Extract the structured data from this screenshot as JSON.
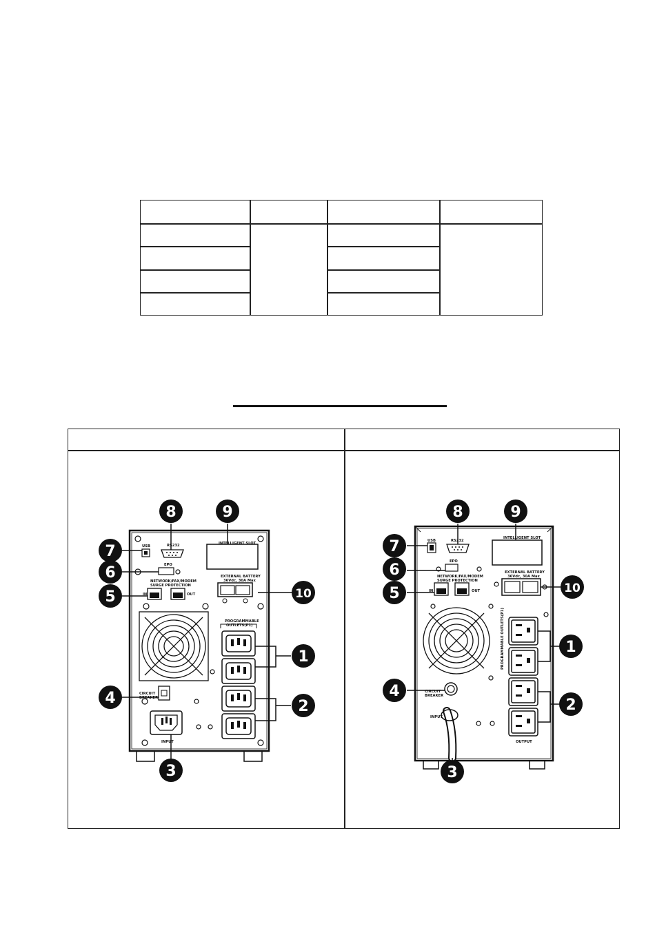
{
  "spec_table": {
    "rows": 5,
    "columns": 4
  },
  "figure": {
    "left_panel": {
      "callouts": [
        "1",
        "2",
        "3",
        "4",
        "5",
        "6",
        "7",
        "8",
        "9",
        "10"
      ],
      "labels": {
        "usb": "USB",
        "rs232": "RS232",
        "intelligent_slot": "INTELLIGENT SLOT",
        "epo": "EPO",
        "network": "NETWORK/FAX/MODEM",
        "surge": "SURGE PROTECTION",
        "in": "IN",
        "out": "OUT",
        "ext_battery": "EXTERNAL BATTERY",
        "ext_battery_rating": "36Vdc, 30A Max",
        "programmable": "PROGRAMMABLE",
        "outlets": "OUTLETS(P1)",
        "circuit": "CIRCUIT",
        "breaker": "BREAKER",
        "input": "INPUT"
      }
    },
    "right_panel": {
      "callouts": [
        "1",
        "2",
        "3",
        "4",
        "5",
        "6",
        "7",
        "8",
        "9",
        "10"
      ],
      "labels": {
        "usb": "USB",
        "rs232": "RS232",
        "intelligent_slot": "INTELLIGENT SLOT",
        "epo": "EPO",
        "network": "NETWORK/FAX/MODEM",
        "surge": "SURGE PROTECTION",
        "in": "IN",
        "out": "OUT",
        "ext_battery": "EXTERNAL BATTERY",
        "ext_battery_rating": "36Vdc, 30A Max",
        "programmable": "PROGRAMMABLE OUTLETS(P1)",
        "circuit": "CIRCUIT",
        "breaker": "BREAKER",
        "input": "INPUT",
        "output": "OUTPUT"
      }
    }
  }
}
